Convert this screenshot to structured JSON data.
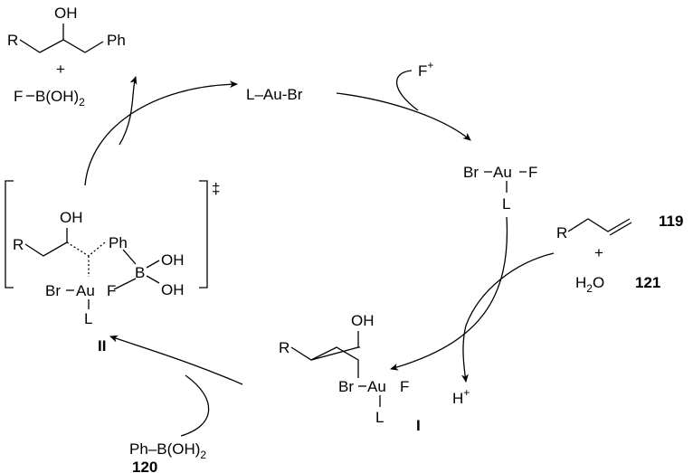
{
  "product": {
    "oh": "OH",
    "r": "R",
    "ph": "Ph",
    "plus": "+",
    "fb": "F",
    "b_oh2": "B(OH)",
    "sub2": "2"
  },
  "catalyst": {
    "label": "L–Au-Br"
  },
  "oxidant": {
    "label": "F",
    "charge": "+"
  },
  "au3": {
    "br": "Br",
    "au": "Au",
    "f": "F",
    "l": "L"
  },
  "alkene": {
    "r": "R",
    "id": "119",
    "plus": "+",
    "water_h": "H",
    "water_sub": "2",
    "water_o": "O",
    "water_id": "121"
  },
  "intermediate_II": {
    "oh": "OH",
    "r": "R",
    "ph": "Ph",
    "b": "B",
    "oh1": "OH",
    "oh2": "OH",
    "br": "Br",
    "au": "Au",
    "f": "F",
    "l": "L",
    "dagger": "‡",
    "id": "II"
  },
  "intermediate_I": {
    "oh": "OH",
    "r": "R",
    "br": "Br",
    "au": "Au",
    "f": "F",
    "l": "L",
    "id": "I"
  },
  "proton": {
    "h": "H",
    "charge": "+"
  },
  "boronic_acid": {
    "label": "Ph–B(OH)",
    "sub": "2",
    "id": "120"
  }
}
